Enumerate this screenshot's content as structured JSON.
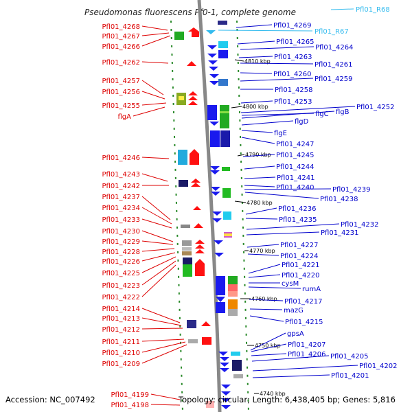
{
  "title": "Pseudomonas fluorescens Pf0-1, complete genome",
  "footer": {
    "accession": "Accession: NC_007492",
    "topology": "Topology: circular; Length: 6,438,405 bp; Genes: 5,816"
  },
  "colors": {
    "left_label": "#dd0000",
    "right_label": "#0000cc",
    "rna_label": "#33bbee",
    "backbone": "#888888",
    "tick": "#2a8a2a"
  },
  "scale_labels": [
    "4810 kbp",
    "4800 kbp",
    "4790 kbp",
    "4780 kbp",
    "4770 kbp",
    "4760 kbp",
    "4750 kbp",
    "4740 kbp"
  ],
  "left_labels": [
    "Pfl01_4268",
    "Pfl01_4267",
    "Pfl01_4266",
    "Pfl01_4262",
    "Pfl01_4257",
    "Pfl01_4256",
    "Pfl01_4255",
    "flgA",
    "Pfl01_4246",
    "Pfl01_4243",
    "Pfl01_4242",
    "Pfl01_4237",
    "Pfl01_4234",
    "Pfl01_4233",
    "Pfl01_4230",
    "Pfl01_4229",
    "Pfl01_4228",
    "Pfl01_4226",
    "Pfl01_4225",
    "Pfl01_4223",
    "Pfl01_4222",
    "Pfl01_4214",
    "Pfl01_4213",
    "Pfl01_4212",
    "Pfl01_4211",
    "Pfl01_4210",
    "Pfl01_4209",
    "Pfl01_4199",
    "Pfl01_4198"
  ],
  "right_labels": [
    "Pfl01_4269",
    "Pfl01_4265",
    "Pfl01_4264",
    "Pfl01_4263",
    "Pfl01_4261",
    "Pfl01_4260",
    "Pfl01_4259",
    "Pfl01_4258",
    "Pfl01_4253",
    "Pfl01_4252",
    "flgC",
    "flgB",
    "flgD",
    "flgE",
    "Pfl01_4247",
    "Pfl01_4245",
    "Pfl01_4244",
    "Pfl01_4241",
    "Pfl01_4240",
    "Pfl01_4239",
    "Pfl01_4238",
    "Pfl01_4236",
    "Pfl01_4235",
    "Pfl01_4232",
    "Pfl01_4231",
    "Pfl01_4227",
    "Pfl01_4224",
    "Pfl01_4221",
    "Pfl01_4220",
    "cysM",
    "rumA",
    "Pfl01_4217",
    "mazG",
    "Pfl01_4215",
    "gpsA",
    "Pfl01_4207",
    "Pfl01_4206",
    "Pfl01_4205",
    "Pfl01_4202",
    "Pfl01_4201"
  ],
  "rna_labels": [
    "Pfl01_R68",
    "Pfl01_R67"
  ]
}
